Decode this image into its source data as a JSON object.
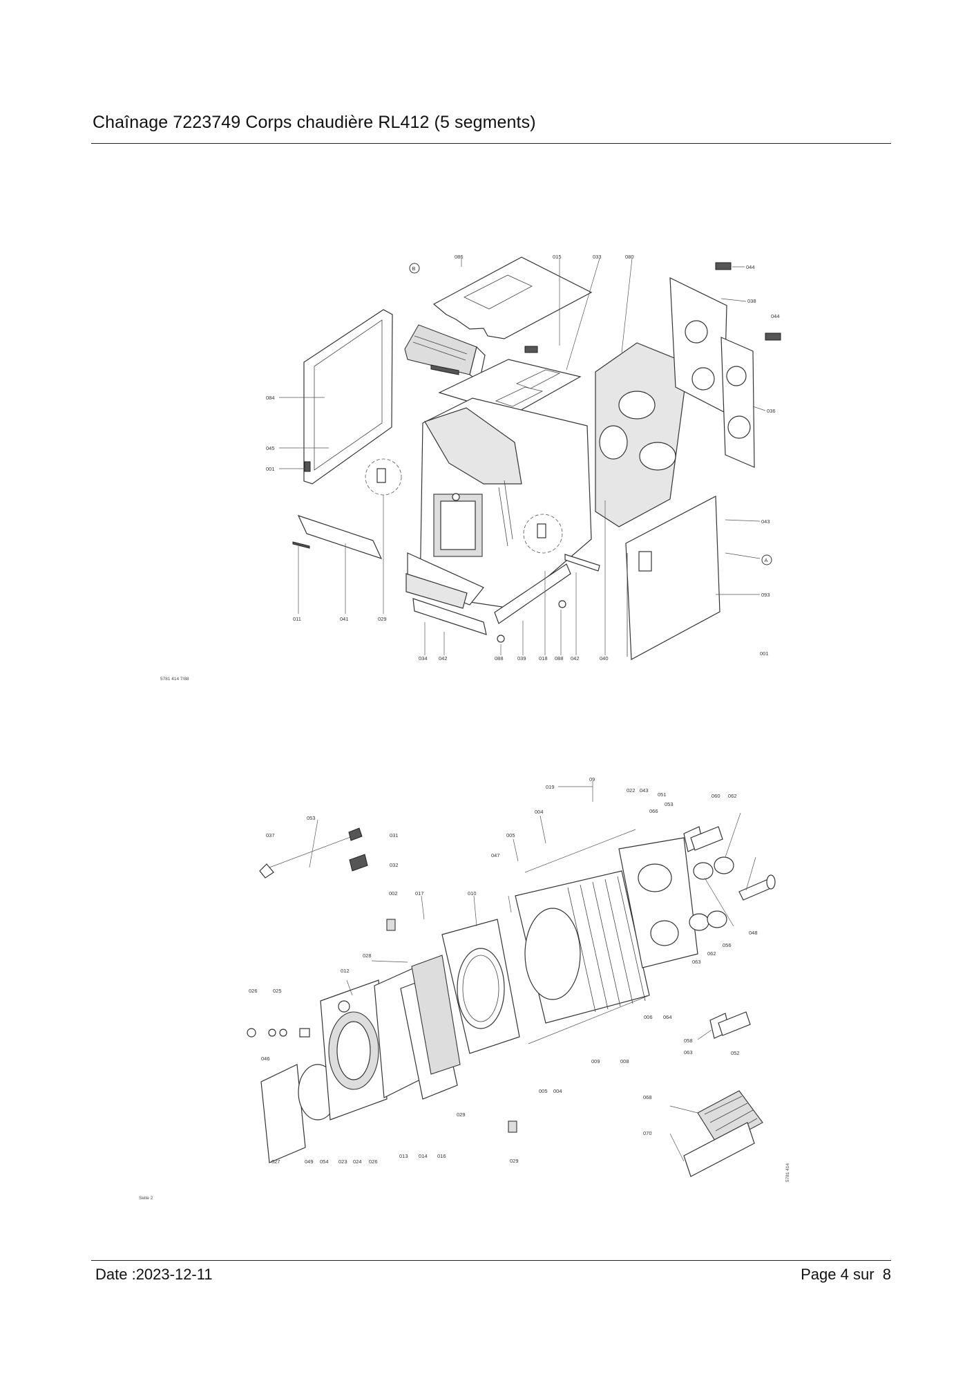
{
  "header": {
    "title": "Chaînage 7223749 Corps chaudière RL412 (5 segments)"
  },
  "footer": {
    "date": "Date :2023-12-11",
    "page": "Page 4 sur  8"
  },
  "diagram_top": {
    "reference_note": "5781 414   7/88",
    "callouts": {
      "a": "A",
      "b": "B"
    },
    "labels": {
      "l086": "086",
      "l015": "015",
      "l033": "033",
      "l080": "080",
      "l044a": "044",
      "l038": "038",
      "l044b": "044",
      "l036": "036",
      "l084": "084",
      "l045": "045",
      "l001a": "001",
      "l043": "043",
      "l093": "093",
      "l011": "011",
      "l041": "041",
      "l029": "029",
      "l034": "034",
      "l042a": "042",
      "l088a": "088",
      "l039": "039",
      "l018": "018",
      "l088b": "088",
      "l042b": "042",
      "l040": "040",
      "l001b": "001"
    }
  },
  "diagram_bottom": {
    "footnote": "Seite 2",
    "side_ref": "5781 414",
    "labels": {
      "l019": "019",
      "l09": "09",
      "l022": "022",
      "l043": "043",
      "l051": "051",
      "l060": "060",
      "l062a": "062",
      "l004a": "004",
      "l066": "066",
      "l053a": "053",
      "l053b": "053",
      "l005a": "005",
      "l031": "031",
      "l037": "037",
      "l032": "032",
      "l047": "047",
      "l002": "002",
      "l017": "017",
      "l010": "010",
      "l048": "048",
      "l056": "056",
      "l063a": "063",
      "l062b": "062",
      "l028": "028",
      "l012": "012",
      "l026a": "026",
      "l025": "025",
      "l006": "006",
      "l064": "064",
      "l046": "046",
      "l058": "058",
      "l063b": "063",
      "l052": "052",
      "l009": "009",
      "l008": "008",
      "l005b": "005",
      "l004b": "004",
      "l029a": "029",
      "l068": "068",
      "l070": "070",
      "l027": "027",
      "l049": "049",
      "l054": "054",
      "l023": "023",
      "l024": "024",
      "l026b": "026",
      "l013": "013",
      "l014": "014",
      "l016": "016",
      "l029b": "029"
    }
  }
}
